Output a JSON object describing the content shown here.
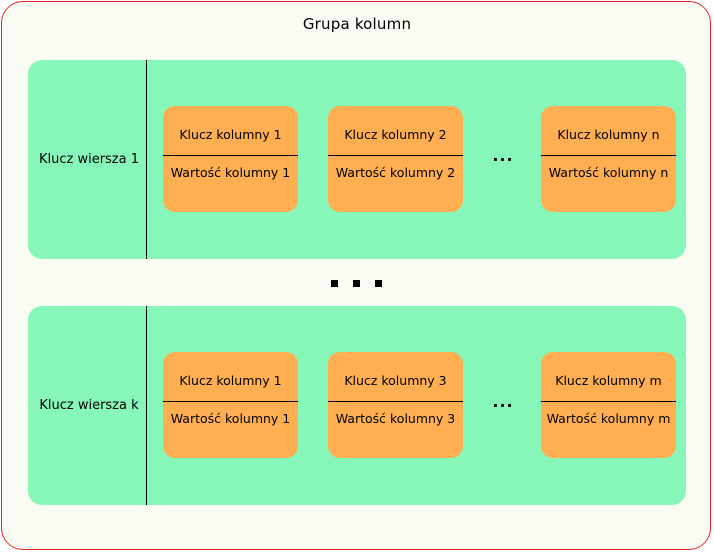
{
  "title": "Grupa kolumn",
  "colors": {
    "frame_border": "#e8262b",
    "frame_fill": "#f8fcf2",
    "row_fill": "#86f7b8",
    "cell_fill": "#ffaf51"
  },
  "rows": [
    {
      "key": "Klucz wiersza 1",
      "cells": [
        {
          "key": "Klucz kolumny 1",
          "value": "Wartość kolumny 1"
        },
        {
          "key": "Klucz kolumny 2",
          "value": "Wartość kolumny 2"
        },
        {
          "key": "Klucz kolumny n",
          "value": "Wartość kolumny n"
        }
      ],
      "ellipsis": "..."
    },
    {
      "key": "Klucz wiersza k",
      "cells": [
        {
          "key": "Klucz kolumny 1",
          "value": "Wartość kolumny 1"
        },
        {
          "key": "Klucz kolumny 3",
          "value": "Wartość kolumny 3"
        },
        {
          "key": "Klucz kolumny m",
          "value": "Wartość kolumny m"
        }
      ],
      "ellipsis": "..."
    }
  ]
}
